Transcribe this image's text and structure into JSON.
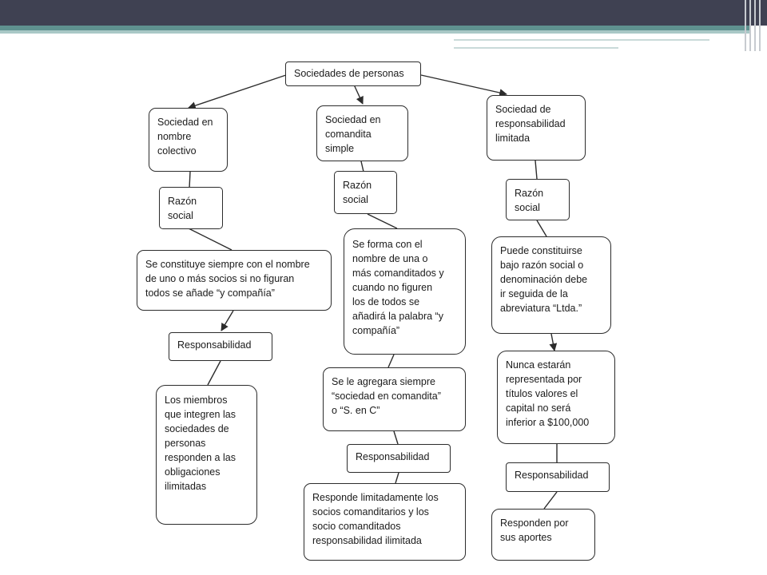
{
  "diagram": {
    "root": [
      "Sociedades de personas"
    ],
    "col1": {
      "type": [
        "Sociedad en",
        "nombre",
        "colectivo"
      ],
      "razon": [
        "Razón",
        "social"
      ],
      "desc": [
        "Se constituye siempre con el nombre",
        "de uno o más socios si no figuran",
        "todos se añade “y compañía”"
      ],
      "resp": [
        "Responsabilidad"
      ],
      "resp_desc": [
        "Los miembros",
        "que integren las",
        "sociedades de",
        "personas",
        "responden a las",
        "obligaciones",
        "ilimitadas"
      ]
    },
    "col2": {
      "type": [
        "Sociedad en",
        "comandita",
        "simple"
      ],
      "razon": [
        "Razón",
        "social"
      ],
      "desc": [
        "Se forma con el",
        "nombre de una o",
        "más comanditados y",
        "cuando no figuren",
        "los de todos se",
        "añadirá la palabra “y",
        "compañía”"
      ],
      "desc2": [
        "Se le agregara siempre",
        "“sociedad en comandita”",
        "o “S. en C”"
      ],
      "resp": [
        "Responsabilidad"
      ],
      "resp_desc": [
        "Responde limitadamente los",
        "socios comanditarios y los",
        "socio comanditados",
        "responsabilidad ilimitada"
      ]
    },
    "col3": {
      "type": [
        "Sociedad de",
        "responsabilidad",
        "limitada"
      ],
      "razon": [
        "Razón",
        "social"
      ],
      "desc": [
        "Puede constituirse",
        "bajo razón social o",
        "denominación debe",
        "ir seguida de la",
        "abreviatura “Ltda.”"
      ],
      "desc2": [
        "Nunca estarán",
        "representada por",
        "títulos valores el",
        "capital no será",
        "inferior a $100,000"
      ],
      "resp": [
        "Responsabilidad"
      ],
      "resp_desc": [
        "Responden por",
        "sus aportes"
      ]
    }
  }
}
